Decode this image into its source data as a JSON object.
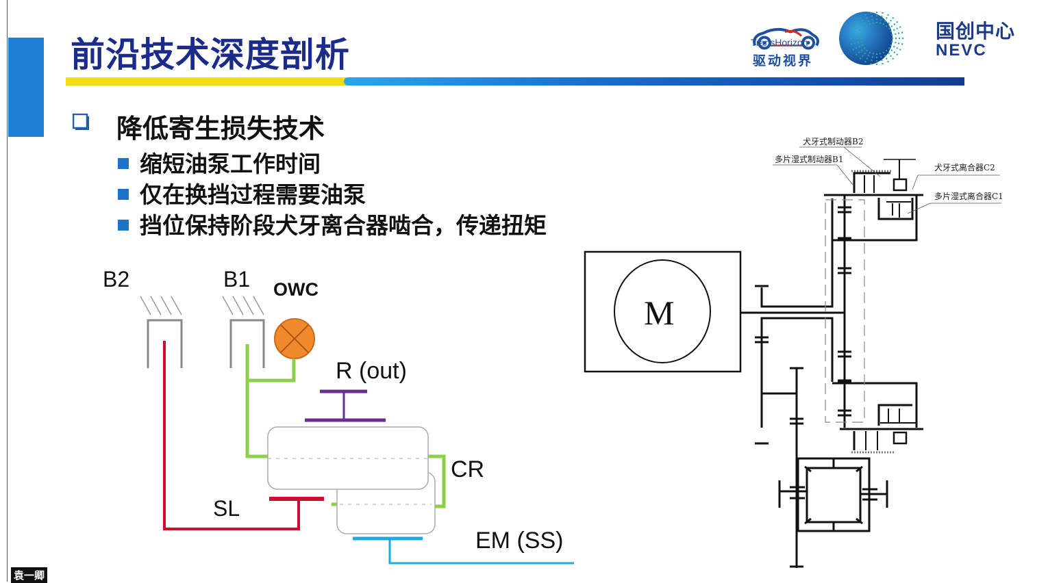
{
  "slide": {
    "title": "前沿技术深度剖析",
    "colors": {
      "title": "#1b2b8a",
      "accent_yellow": "#f5dc1a",
      "accent_blue": "#1e7fd6",
      "bullet": "#1e73c8"
    }
  },
  "logos": {
    "transhorizon": {
      "name_en": "TransHorizon",
      "name_cn": "驱动视界",
      "icon": "car-swirl-logo-icon"
    },
    "nevc": {
      "name_cn": "国创中心",
      "name_en": "NEVC",
      "icon": "globe-dots-logo-icon"
    }
  },
  "content": {
    "heading": "降低寄生损失技术",
    "bullets": [
      "缩短油泵工作时间",
      "仅在换挡过程需要油泵",
      "挡位保持阶段犬牙离合器啮合，传递扭矩"
    ]
  },
  "lever_diagram": {
    "labels": {
      "b2": "B2",
      "b1": "B1",
      "owc": "OWC",
      "r_out": "R (out)",
      "cr": "CR",
      "sl": "SL",
      "em_ss": "EM (SS)"
    },
    "colors": {
      "b2_sl": "#c8102e",
      "b1_cr": "#8cd04a",
      "r_out": "#6a2c91",
      "em_ss": "#1fa8dc",
      "owc": "#f08a2c"
    }
  },
  "schematic": {
    "motor_label": "M",
    "callouts": [
      "犬牙式制动器B2",
      "多片湿式制动器B1",
      "犬牙式离合器C2",
      "多片湿式离合器C1"
    ]
  },
  "watermark": "袁一卿"
}
